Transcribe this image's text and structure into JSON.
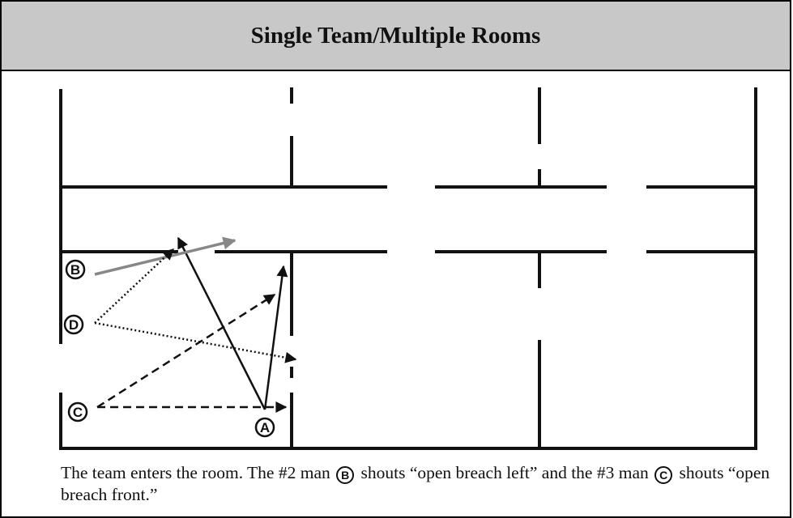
{
  "title": "Single Team/Multiple Rooms",
  "labels": {
    "a": "A",
    "b": "B",
    "c": "C",
    "d": "D"
  },
  "caption": {
    "part1": "The team enters the room. The #2 man",
    "part2": "shouts “open breach left” and the #3",
    "part3": "man",
    "part4": "shouts “open breach front.”"
  },
  "colors": {
    "title_bg": "#c8c8c8",
    "path_b": "#888888",
    "ink": "#111111"
  }
}
